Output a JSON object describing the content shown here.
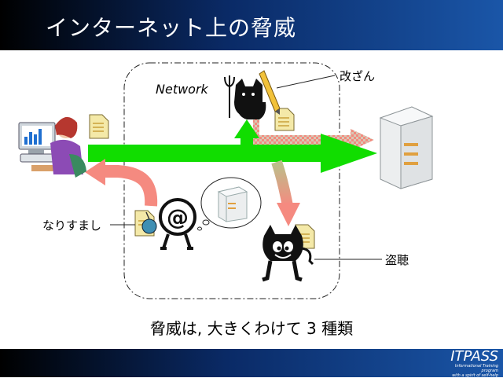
{
  "slide": {
    "title": "インターネット上の脅威",
    "network_label": "Network",
    "labels": {
      "tamper": "改ざん",
      "spoof": "なりすまし",
      "eavesdrop": "盗聴"
    },
    "summary": "脅威は, 大きくわけて 3 種類",
    "logo": {
      "brand": "ITPASS",
      "tagline_1": "Informational Training program",
      "tagline_2": "with a spirit of self-help"
    },
    "colors": {
      "header": "#0a2a66",
      "flow_arrow": "#11dd00",
      "spoof_arrow": "#f58a80",
      "tamper_arrow": "#c8b8a0"
    }
  }
}
